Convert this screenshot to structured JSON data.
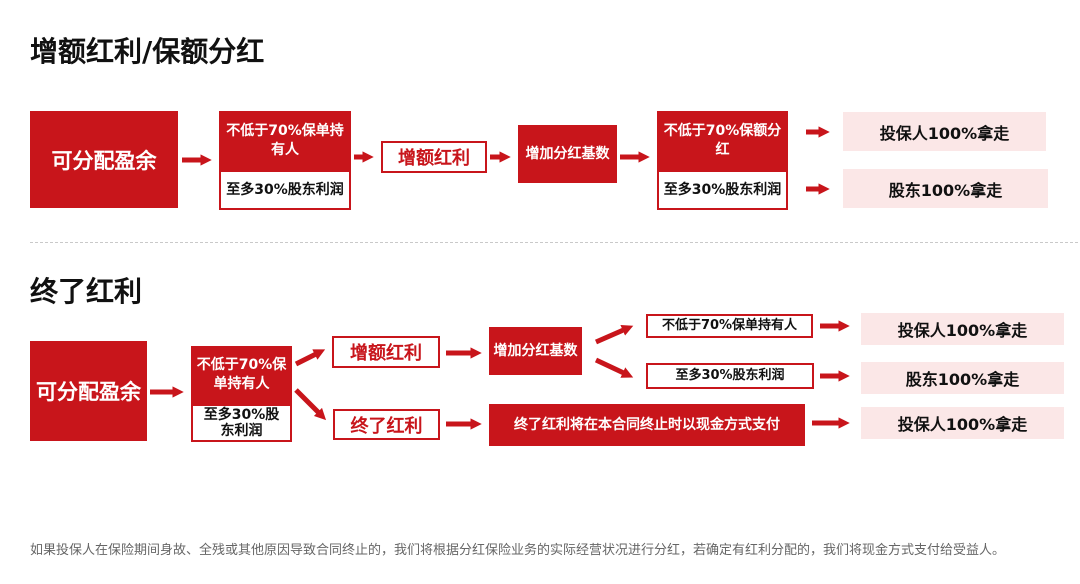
{
  "section1": {
    "title": "增额红利/保额分红",
    "source": "可分配盈余",
    "split_top": "不低于70%保单持有人",
    "split_bottom": "至多30%股东利润",
    "step1": "增额红利",
    "step2": "增加分红基数",
    "split2_top": "不低于70%保额分红",
    "split2_bottom": "至多30%股东利润",
    "result_top": "投保人100%拿走",
    "result_bottom": "股东100%拿走"
  },
  "section2": {
    "title": "终了红利",
    "source": "可分配盈余",
    "split_top": "不低于70%保单持有人",
    "split_bottom": "至多30%股东利润",
    "branch_a": "增额红利",
    "branch_a_next": "增加分红基数",
    "branch_a_top": "不低于70%保单持有人",
    "branch_a_bottom": "至多30%股东利润",
    "branch_b": "终了红利",
    "branch_b_next": "终了红利将在本合同终止时以现金方式支付",
    "result1": "投保人100%拿走",
    "result2": "股东100%拿走",
    "result3": "投保人100%拿走"
  },
  "footer": "如果投保人在保险期间身故、全残或其他原因导致合同终止的，我们将根据分红保险业务的实际经营状况进行分红，若确定有红利分配的，我们将现金方式支付给受益人。",
  "colors": {
    "accent": "#c8151b",
    "pink": "#fbe7e7"
  }
}
